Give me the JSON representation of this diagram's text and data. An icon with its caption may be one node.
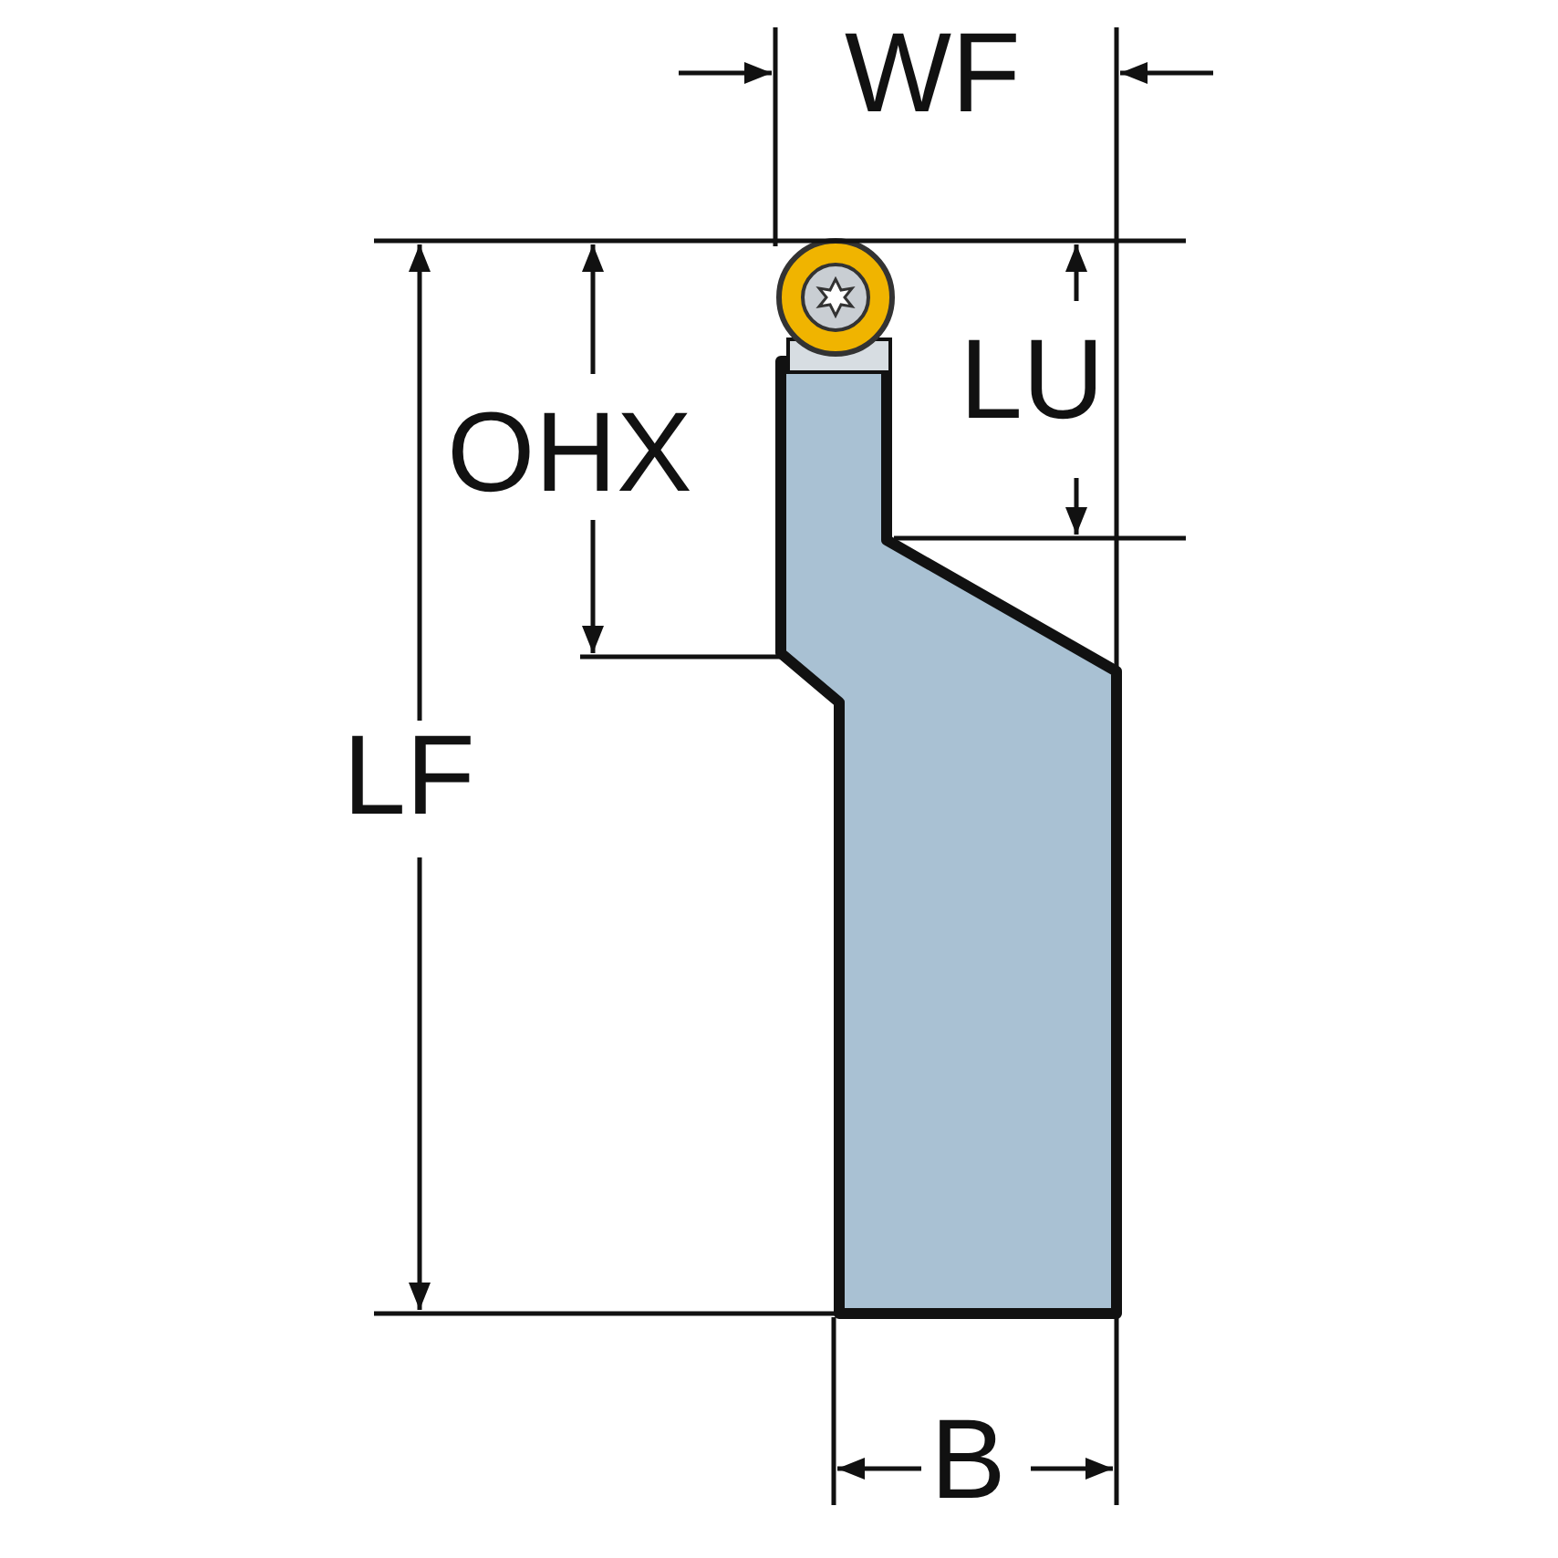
{
  "diagram": {
    "labels": [
      "WF",
      "LU",
      "OHX",
      "LF",
      "B"
    ]
  }
}
